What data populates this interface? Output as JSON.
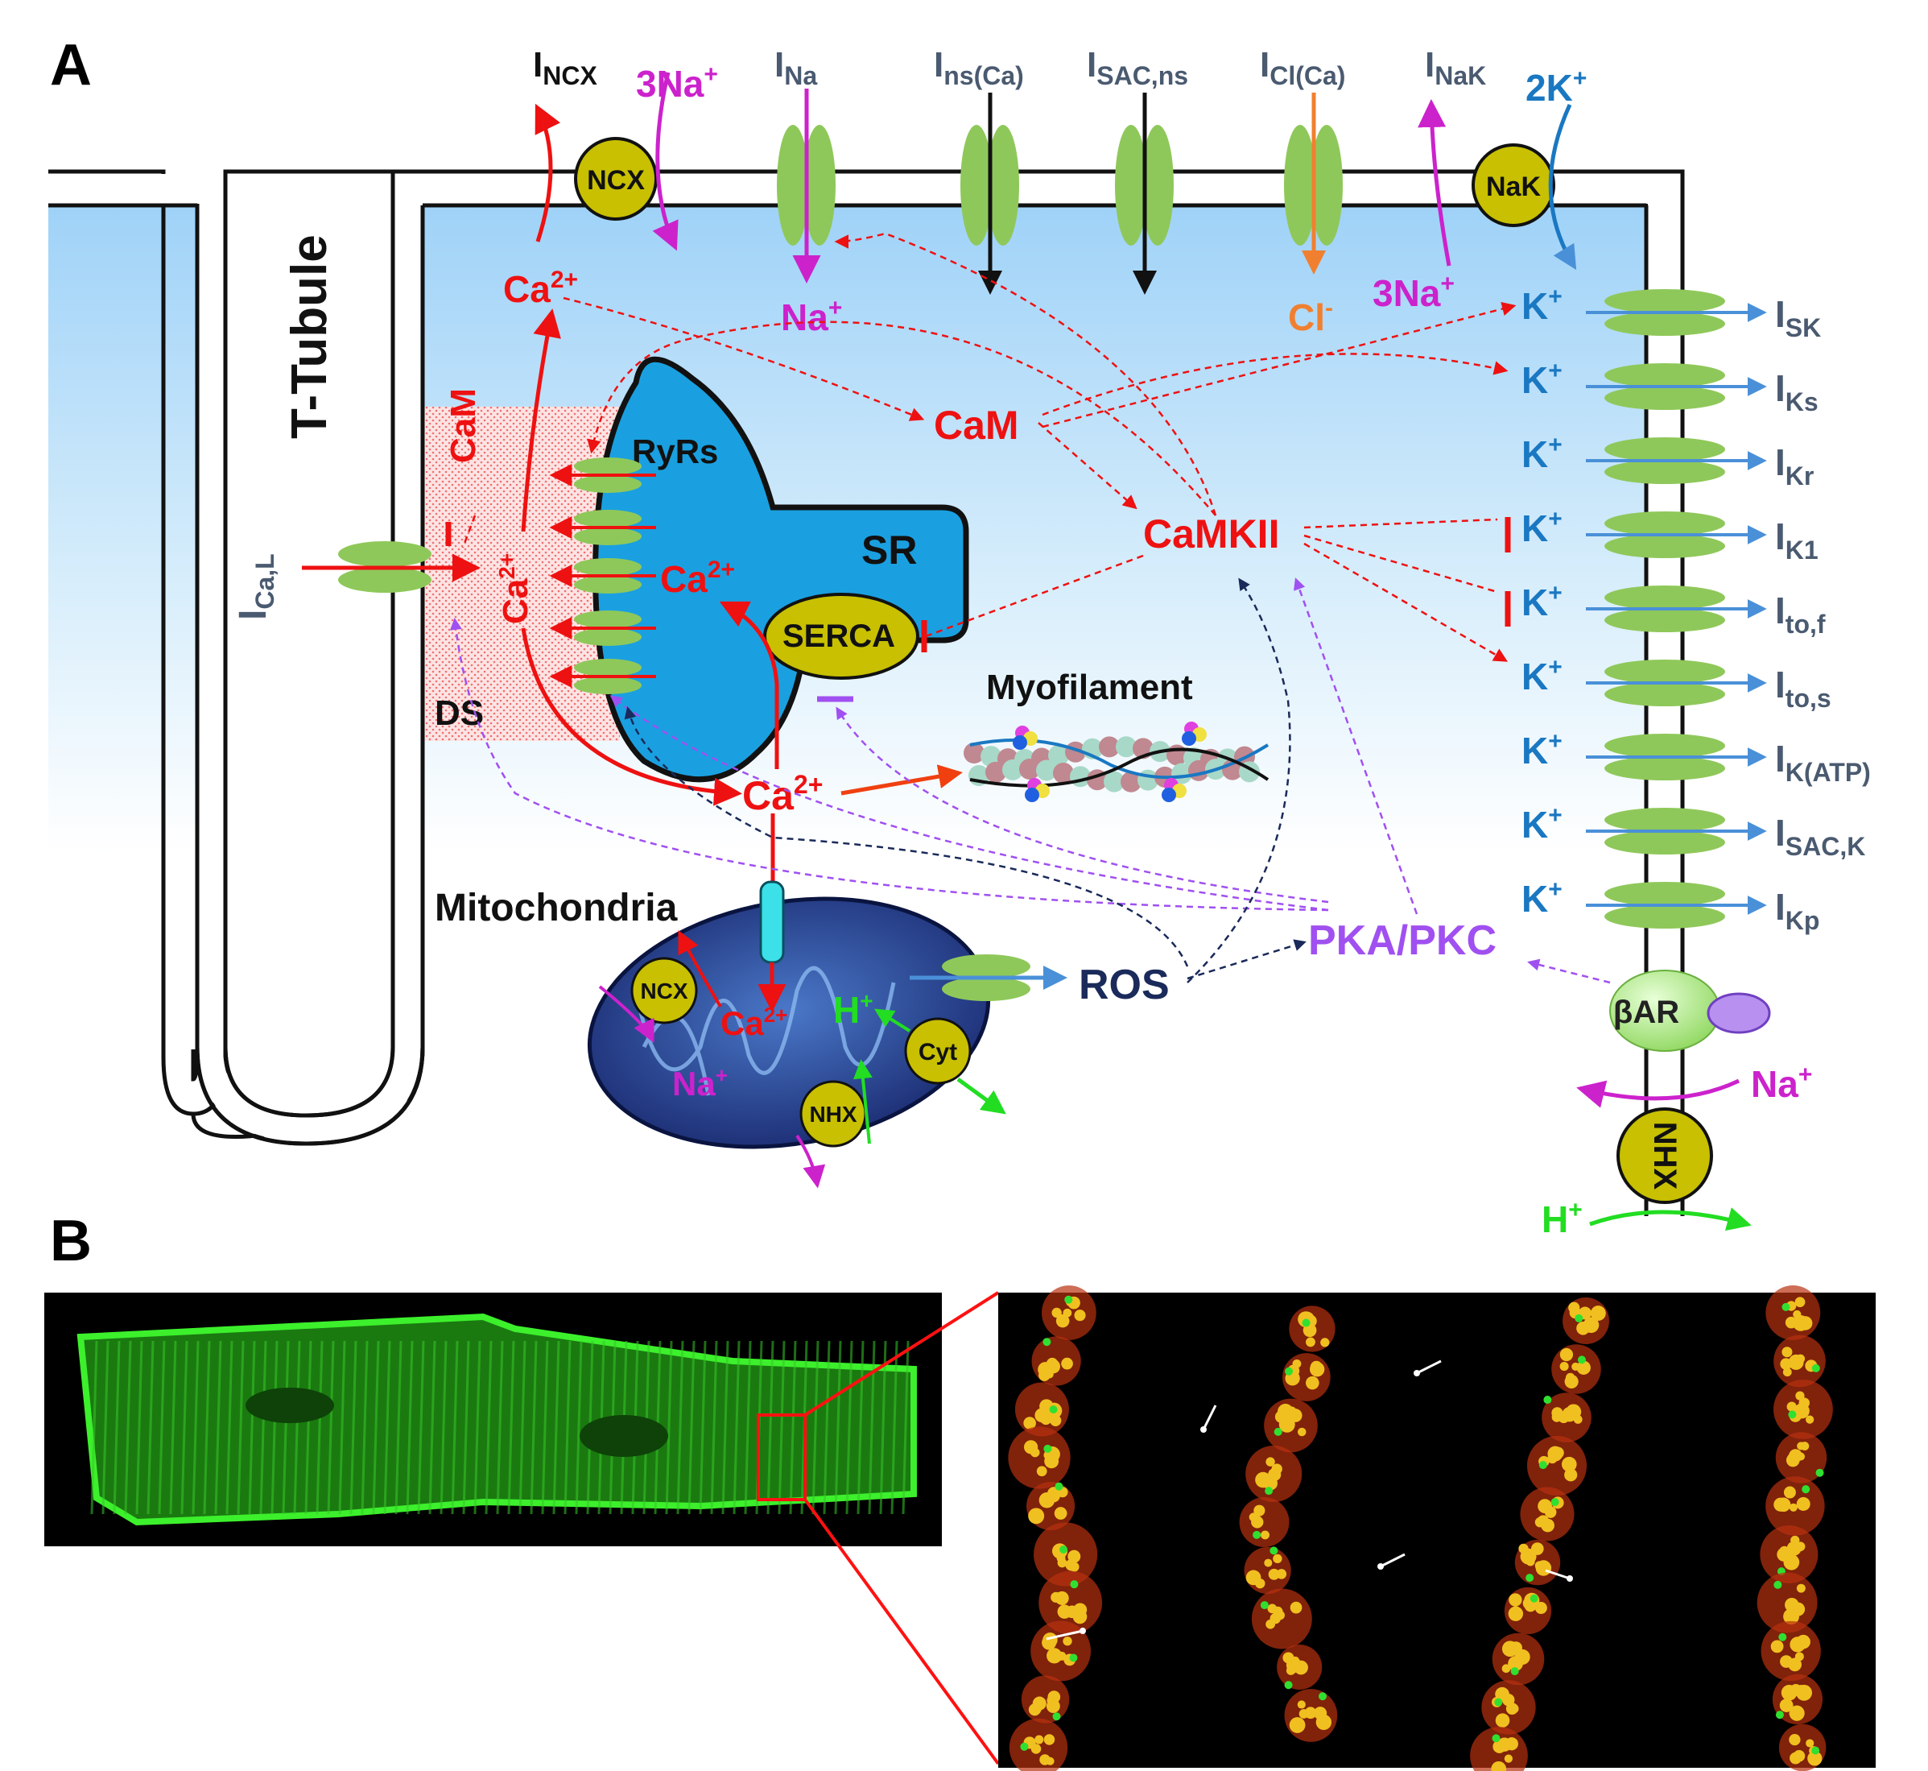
{
  "panel_labels": {
    "a": "A",
    "b": "B"
  },
  "structures": {
    "t_tubule": "T-Tubule",
    "ds": "DS",
    "ryrs": "RyRs",
    "sr": "SR",
    "serca": "SERCA",
    "myofilament": "Myofilament",
    "mitochondria": "Mitochondria",
    "camkii": "CaMKII",
    "cam": "CaM",
    "pka_pkc": "PKA/PKC",
    "ros": "ROS",
    "bar": "βAR"
  },
  "transporters": {
    "ncx": "NCX",
    "nak": "NaK",
    "nhx": "NHX",
    "cyt": "Cyt",
    "mito_ncx": "NCX",
    "mito_nhx": "NHX"
  },
  "currents_top": [
    {
      "base": "I",
      "sub": "NCX"
    },
    {
      "base": "I",
      "sub": "Na"
    },
    {
      "base": "I",
      "sub": "ns(Ca)"
    },
    {
      "base": "I",
      "sub": "SAC,ns"
    },
    {
      "base": "I",
      "sub": "Cl(Ca)"
    },
    {
      "base": "I",
      "sub": "NaK"
    }
  ],
  "ica_l": {
    "base": "I",
    "sub": "Ca,L"
  },
  "ions": {
    "na3": {
      "base": "3Na",
      "sup": "+"
    },
    "k2": {
      "base": "2K",
      "sup": "+"
    },
    "ca": {
      "base": "Ca",
      "sup": "2+"
    },
    "na": {
      "base": "Na",
      "sup": "+"
    },
    "cl": {
      "base": "Cl",
      "sup": "-"
    },
    "k": {
      "base": "K",
      "sup": "+"
    },
    "h": {
      "base": "H",
      "sup": "+"
    }
  },
  "k_currents": [
    {
      "base": "I",
      "sub": "SK"
    },
    {
      "base": "I",
      "sub": "Ks"
    },
    {
      "base": "I",
      "sub": "Kr"
    },
    {
      "base": "I",
      "sub": "K1"
    },
    {
      "base": "I",
      "sub": "to,f"
    },
    {
      "base": "I",
      "sub": "to,s"
    },
    {
      "base": "I",
      "sub": "K(ATP)"
    },
    {
      "base": "I",
      "sub": "SAC,K"
    },
    {
      "base": "I",
      "sub": "Kp"
    }
  ],
  "colors": {
    "red": "#ee1111",
    "magenta": "#cc22cc",
    "blue": "#1a78c2",
    "green": "#22dd22",
    "purple": "#a050f0",
    "navy": "#1a2a5a",
    "orange": "#f08030",
    "channel": "#8fc85a",
    "pump": "#c8c000",
    "sr": "#1aa0e0",
    "cyto": "#a8d8f8",
    "gray": "#4a5a70"
  }
}
